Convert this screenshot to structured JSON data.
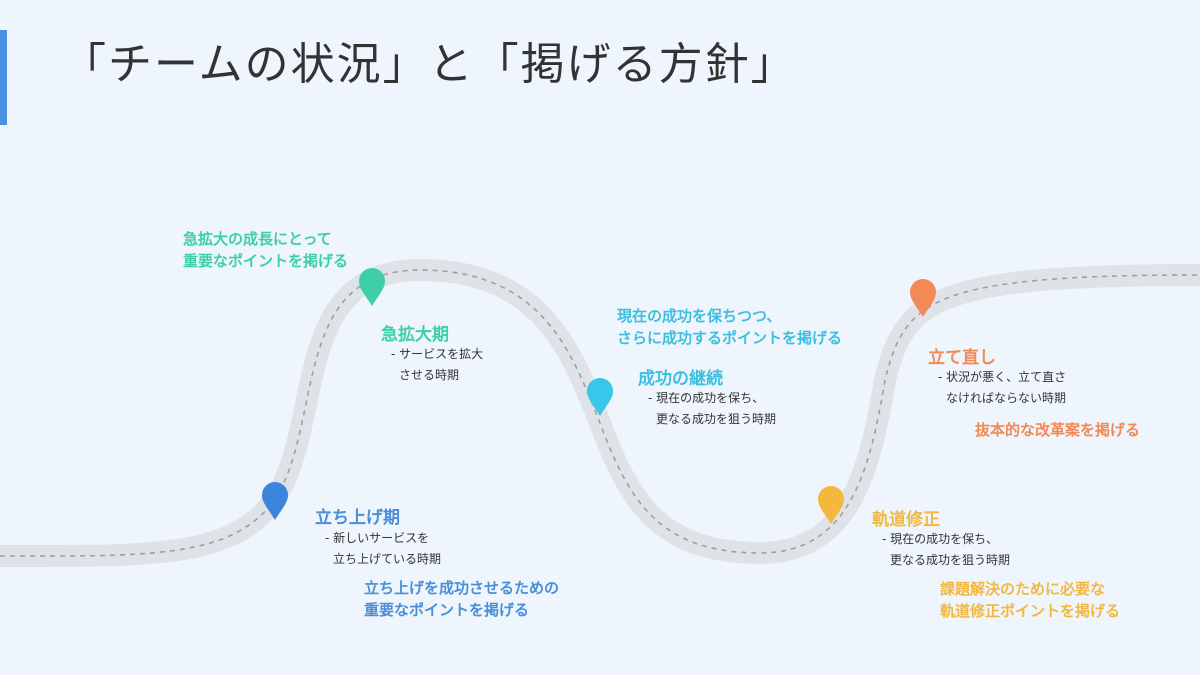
{
  "title": "「チームの状況」と「掲げる方針」",
  "stages": [
    {
      "heading": "立ち上げ期",
      "desc_line1": "- 新しいサービスを",
      "desc_line2": "立ち上げている時期",
      "callout_line1": "立ち上げを成功させるための",
      "callout_line2": "重要なポイントを掲げる",
      "color": "#3d84dc",
      "icon": "map-pin-icon"
    },
    {
      "heading": "急拡大期",
      "desc_line1": "- サービスを拡大",
      "desc_line2": "させる時期",
      "callout_line1": "急拡大の成長にとって",
      "callout_line2": "重要なポイントを掲げる",
      "color": "#3ecfa7",
      "icon": "map-pin-icon"
    },
    {
      "heading": "成功の継続",
      "desc_line1": "- 現在の成功を保ち、",
      "desc_line2": "更なる成功を狙う時期",
      "callout_line1": "現在の成功を保ちつつ、",
      "callout_line2": "さらに成功するポイントを掲げる",
      "color": "#38c6ea",
      "icon": "map-pin-icon"
    },
    {
      "heading": "軌道修正",
      "desc_line1": "- 現在の成功を保ち、",
      "desc_line2": "更なる成功を狙う時期",
      "callout_line1": "課題解決のために必要な",
      "callout_line2": "軌道修正ポイントを掲げる",
      "color": "#f4b93c",
      "icon": "map-pin-icon"
    },
    {
      "heading": "立て直し",
      "desc_line1": "- 状況が悪く、立て直さ",
      "desc_line2": "なければならない時期",
      "callout_line1": "抜本的な改革案を掲げる",
      "callout_line2": "",
      "color": "#f28a55",
      "icon": "map-pin-icon"
    }
  ],
  "road_color": "#dfe3e7",
  "road_dash_color": "#9aa0a6"
}
